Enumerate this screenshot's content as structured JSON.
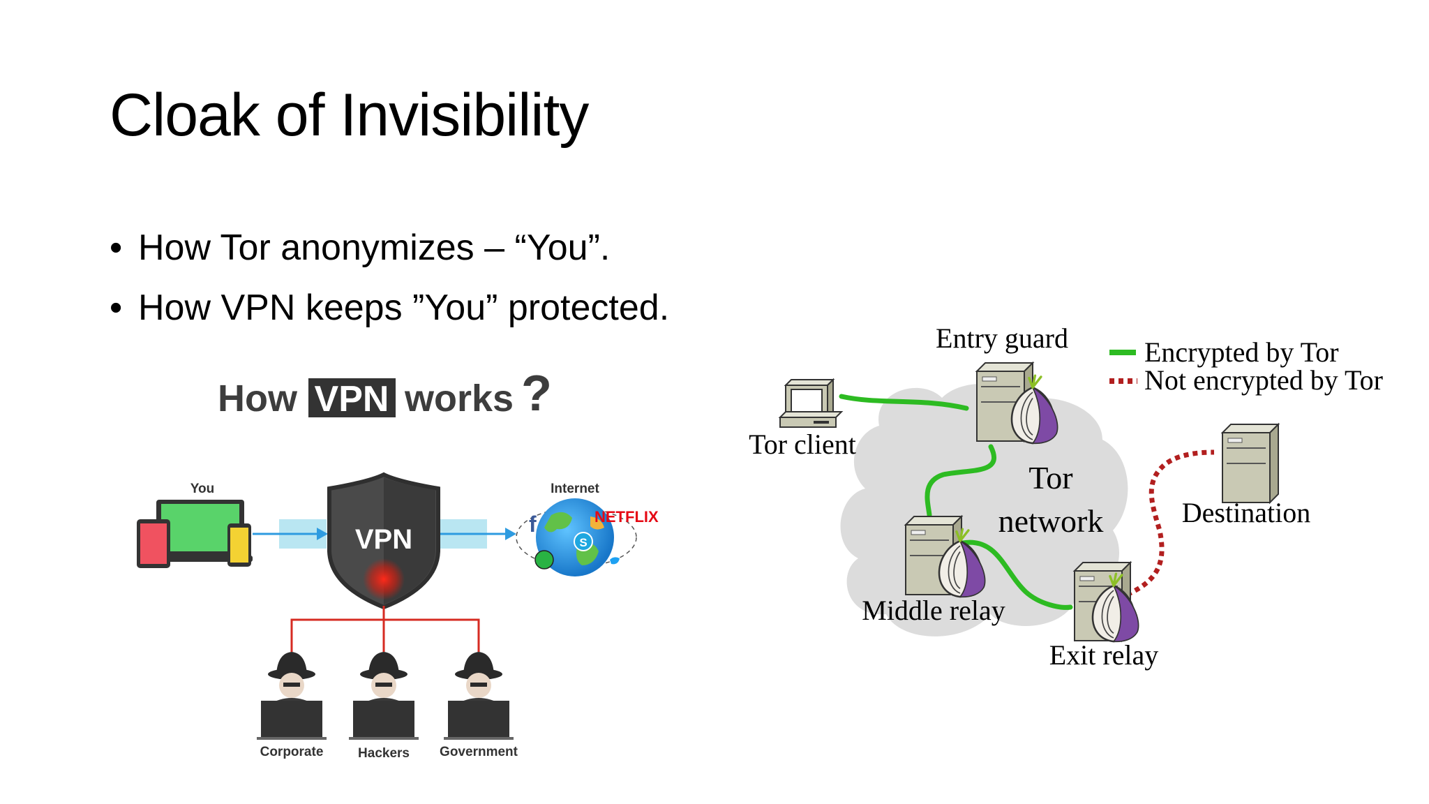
{
  "slide": {
    "title": "Cloak of Invisibility",
    "bullets": [
      "How Tor anonymizes – “You”.",
      "How VPN keeps ”You” protected."
    ]
  },
  "vpn_diagram": {
    "heading_pre": "How",
    "heading_box": "VPN",
    "heading_post": "works",
    "heading_mark": "?",
    "you_label": "You",
    "shield_label": "VPN",
    "internet_label": "Internet",
    "netflix_label": "NETFLIX",
    "facebook_glyph": "f",
    "skype_glyph": "S",
    "threats": [
      "Corporate",
      "Hackers",
      "Government"
    ],
    "colors": {
      "shield": "#3b3b3b",
      "red_line": "#d62b22",
      "arrow": "#2e9be0",
      "box": "#2f2f2f"
    }
  },
  "tor_diagram": {
    "entry_label": "Entry guard",
    "client_label": "Tor client",
    "network_label_1": "Tor",
    "network_label_2": "network",
    "middle_label": "Middle relay",
    "exit_label": "Exit relay",
    "destination_label": "Destination",
    "legend": {
      "encrypted": "Encrypted by Tor",
      "not_encrypted": "Not encrypted by Tor"
    },
    "colors": {
      "encrypted": "#2dbb22",
      "not_encrypted": "#b21f1f",
      "cloud": "#dcdcdc",
      "onion": "#6a3d9a"
    }
  }
}
